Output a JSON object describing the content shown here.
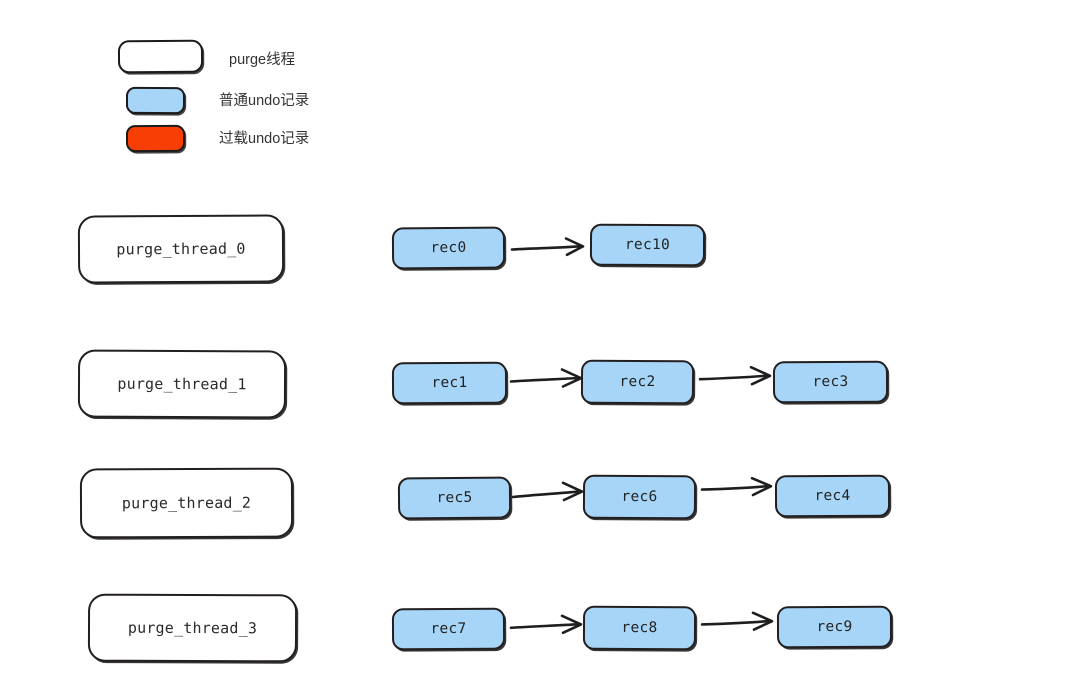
{
  "diagram": {
    "background_color": "#ffffff",
    "stroke_color": "#231f20",
    "normal_record_color": "#a6d5f7",
    "overload_record_color": "#f73f05",
    "thread_box_color": "#ffffff"
  },
  "legend": {
    "items": [
      {
        "swatch": "thread-swatch",
        "label": "purge线程",
        "fill": "#ffffff"
      },
      {
        "swatch": "normal-swatch",
        "label": "普通undo记录",
        "fill": "#a6d5f7"
      },
      {
        "swatch": "overload-swatch",
        "label": "过载undo记录",
        "fill": "#f73f05"
      }
    ]
  },
  "rows": [
    {
      "thread": "purge_thread_0",
      "records": [
        "rec0",
        "rec10"
      ],
      "arrows": 1
    },
    {
      "thread": "purge_thread_1",
      "records": [
        "rec1",
        "rec2",
        "rec3"
      ],
      "arrows": 2
    },
    {
      "thread": "purge_thread_2",
      "records": [
        "rec5",
        "rec6",
        "rec4"
      ],
      "arrows": 2
    },
    {
      "thread": "purge_thread_3",
      "records": [
        "rec7",
        "rec8",
        "rec9"
      ],
      "arrows": 2
    }
  ]
}
